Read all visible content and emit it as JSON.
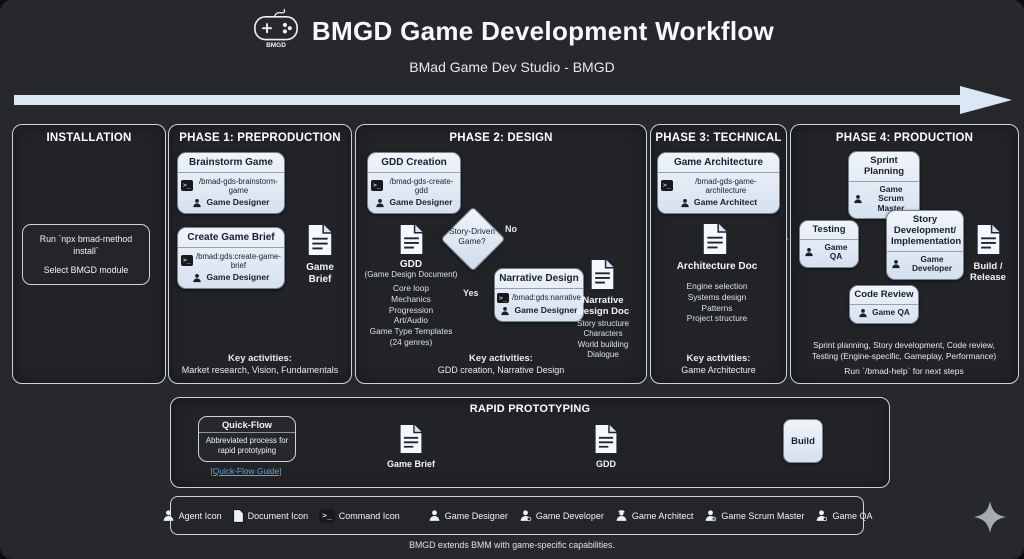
{
  "header": {
    "title": "BMGD Game Development Workflow",
    "subtitle": "BMad Game Dev Studio - BMGD",
    "logo_text": "BMGD"
  },
  "installation": {
    "header": "INSTALLATION",
    "line1": "Run `npx bmad-method install`",
    "line2": "Select BMGD module"
  },
  "phase1": {
    "header": "PHASE 1: PREPRODUCTION",
    "brainstorm": {
      "title": "Brainstorm Game",
      "command": "/bmad-gds-brainstorm-game",
      "agent": "Game Designer"
    },
    "create_brief": {
      "title": "Create Game Brief",
      "command": "/bmad:gds:create-game-brief",
      "agent": "Game Designer"
    },
    "game_brief_label": "Game Brief",
    "key_label": "Key activities:",
    "key_text": "Market research, Vision, Fundamentals"
  },
  "phase2": {
    "header": "PHASE 2: DESIGN",
    "gdd_creation": {
      "title": "GDD Creation",
      "command": "/bmad-gds-create-gdd",
      "agent": "Game Designer"
    },
    "gdd_label": "GDD",
    "gdd_sublabel": "(Game Design Document)",
    "gdd_items": "Core loop\nMechanics\nProgression\nArt/Audio\nGame Type Templates\n(24 genres)",
    "decision": "Story-Driven Game?",
    "no_label": "No",
    "yes_label": "Yes",
    "narrative": {
      "title": "Narrative Design",
      "command": "/bmad:gds:narrative",
      "agent": "Game Designer"
    },
    "narrative_doc_label": "Narrative Design Doc",
    "narrative_items": "Story structure\nCharacters\nWorld building\nDialogue",
    "key_label": "Key activities:",
    "key_text": "GDD creation, Narrative Design"
  },
  "phase3": {
    "header": "PHASE 3: TECHNICAL",
    "architecture": {
      "title": "Game Architecture",
      "command": "/bmad-gds-game-architecture",
      "agent": "Game Architect"
    },
    "doc_label": "Architecture Doc",
    "doc_items": "Engine selection\nSystems design\nPatterns\nProject structure",
    "key_label": "Key activities:",
    "key_text": "Game Architecture"
  },
  "phase4": {
    "header": "PHASE 4: PRODUCTION",
    "sprint": {
      "title": "Sprint Planning",
      "agent": "Game Scrum Master"
    },
    "story": {
      "title": "Story Development/ Implementation",
      "agent": "Game Developer"
    },
    "testing": {
      "title": "Testing",
      "agent": "Game QA"
    },
    "code_review": {
      "title": "Code Review",
      "agent": "Game QA"
    },
    "build_label": "Build /\nRelease",
    "summary": "Sprint planning, Story development, Code review,\nTesting (Engine-specific, Gameplay, Performance)",
    "next": "Run `/bmad-help` for next steps"
  },
  "rapid": {
    "header": "RAPID PROTOTYPING",
    "quick_flow": {
      "title": "Quick-Flow",
      "desc": "Abbreviated process for rapid prototyping"
    },
    "link": "[Quick-Flow Guide]",
    "game_brief_label": "Game Brief",
    "gdd_label": "GDD",
    "build_label": "Build"
  },
  "legend": {
    "items": [
      {
        "icon": "agent-icon",
        "label": "Agent Icon"
      },
      {
        "icon": "document-icon",
        "label": "Document Icon"
      },
      {
        "icon": "command-icon",
        "label": "Command Icon"
      },
      {
        "icon": "game-designer-icon",
        "label": "Game Designer"
      },
      {
        "icon": "game-developer-icon",
        "label": "Game Developer"
      },
      {
        "icon": "game-architect-icon",
        "label": "Game Architect"
      },
      {
        "icon": "game-scrum-master-icon",
        "label": "Game Scrum Master"
      },
      {
        "icon": "game-qa-icon",
        "label": "Game QA"
      }
    ]
  },
  "footer": {
    "caption": "BMGD extends BMM with game-specific capabilities."
  },
  "colors": {
    "background": "#26282b",
    "panel_border": "#ced3da",
    "node_bg": "#dde7f3",
    "arrow": "#dce7f5",
    "link": "#6f9fd8"
  }
}
